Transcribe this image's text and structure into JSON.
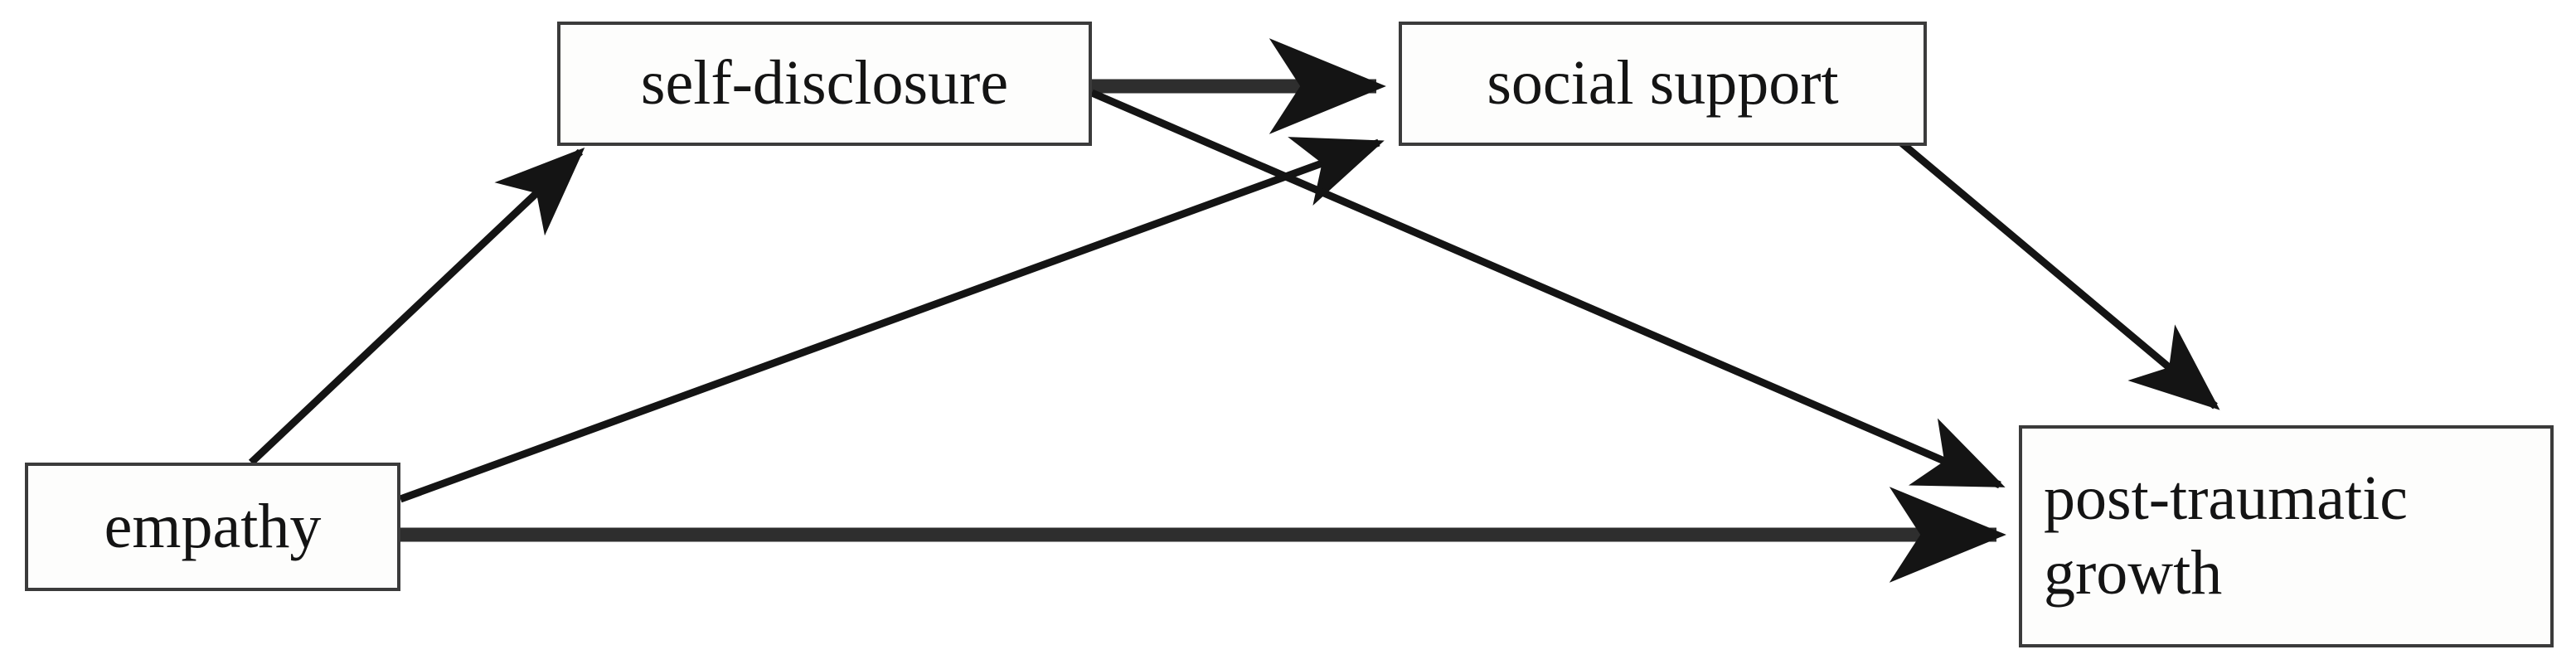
{
  "diagram": {
    "type": "path-model-diagram",
    "background_color": "#ffffff",
    "box_border_color": "#3b3b3b",
    "box_fill_color": "#fdfdfc",
    "edge_color": "#141414",
    "nodes": [
      {
        "id": "self_disclosure",
        "label": "self-disclosure"
      },
      {
        "id": "social_support",
        "label": "social support"
      },
      {
        "id": "empathy",
        "label": "empathy"
      },
      {
        "id": "post_traumatic_growth",
        "label_line1": "post-traumatic",
        "label_line2": "growth"
      }
    ],
    "edges": [
      {
        "from": "empathy",
        "to": "self_disclosure",
        "style": "thin-arrow"
      },
      {
        "from": "empathy",
        "to": "social_support",
        "style": "thin-arrow"
      },
      {
        "from": "empathy",
        "to": "post_traumatic_growth",
        "style": "thick-arrow"
      },
      {
        "from": "self_disclosure",
        "to": "social_support",
        "style": "thick-arrow"
      },
      {
        "from": "self_disclosure",
        "to": "post_traumatic_growth",
        "style": "thin-arrow"
      },
      {
        "from": "social_support",
        "to": "post_traumatic_growth",
        "style": "thin-arrow"
      }
    ]
  }
}
